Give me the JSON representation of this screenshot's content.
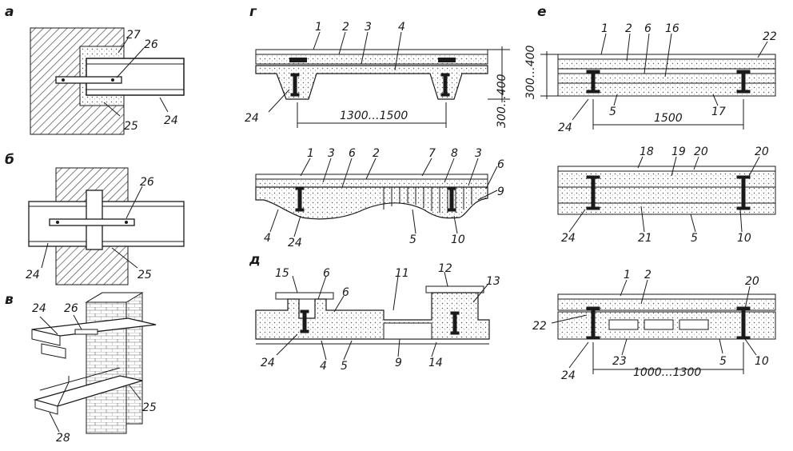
{
  "panels": {
    "a": {
      "title": "а",
      "labels": [
        "27",
        "26",
        "24",
        "25"
      ]
    },
    "b": {
      "title": "б",
      "labels": [
        "26",
        "24",
        "25"
      ]
    },
    "v": {
      "title": "в",
      "labels": [
        "24",
        "26",
        "25",
        "28"
      ]
    },
    "g": {
      "title": "г",
      "labels": [
        "1",
        "2",
        "3",
        "4",
        "24",
        "1",
        "3",
        "6",
        "2",
        "7",
        "8",
        "3",
        "6",
        "9",
        "4",
        "24",
        "5",
        "10"
      ],
      "dims": [
        "1300…1500",
        "300…400"
      ]
    },
    "d": {
      "title": "д",
      "labels": [
        "15",
        "6",
        "6",
        "11",
        "12",
        "13",
        "24",
        "4",
        "5",
        "9",
        "14"
      ]
    },
    "e": {
      "title": "е",
      "labels": [
        "1",
        "2",
        "6",
        "16",
        "22",
        "5",
        "17",
        "24",
        "18",
        "19",
        "20",
        "20",
        "24",
        "21",
        "5",
        "10",
        "1",
        "2",
        "20",
        "22",
        "23",
        "5",
        "10",
        "24"
      ],
      "dims": [
        "300…400",
        "1500",
        "1000…1300"
      ]
    }
  },
  "colors": {
    "ink": "#1a1a1a",
    "paper": "#ffffff",
    "hatch": "#4a4a4a"
  }
}
